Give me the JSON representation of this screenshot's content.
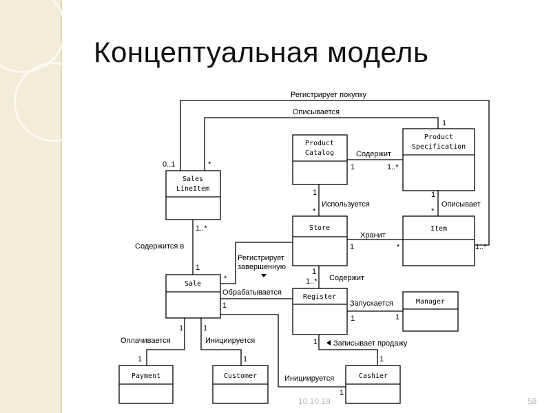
{
  "slide": {
    "title": "Концептуальная модель",
    "date": "10.10.19",
    "page_number": "58"
  },
  "classes": {
    "sales_line_item": [
      "Sales",
      "LineItem"
    ],
    "product_catalog": [
      "Product",
      "Catalog"
    ],
    "product_specification": [
      "Product",
      "Specification"
    ],
    "store": [
      "Store"
    ],
    "item": [
      "Item"
    ],
    "sale": [
      "Sale"
    ],
    "register": [
      "Register"
    ],
    "manager": [
      "Manager"
    ],
    "payment": [
      "Payment"
    ],
    "customer": [
      "Customer"
    ],
    "cashier": [
      "Cashier"
    ]
  },
  "associations": {
    "registers_purchase": "Регистрирует покупку",
    "describes_top": "Описывается",
    "contains_catalog": "Содержит",
    "used": "Используется",
    "describes_item": "Описывает",
    "stores": "Хранит",
    "contained_in": "Содержится в",
    "registers_completed": [
      "Регистрирует",
      "завершенную"
    ],
    "contains_register": "Содержит",
    "processed": "Обрабатывается",
    "launched": "Запускается",
    "paid": "Оплачивается",
    "initiated_customer": "Инициируется",
    "records_sale": "Записывает продажу",
    "initiated_cashier": "Инициируется"
  },
  "multiplicities": {
    "sli_left": "0..1",
    "sli_right": "*",
    "spec_top": "1",
    "cat_spec_1": "1",
    "cat_spec_many": "1..*",
    "cat_store_1": "1",
    "cat_store_many": "*",
    "spec_item_1": "1",
    "spec_item_many": "*",
    "store_item_1": "1",
    "store_item_many": "*",
    "item_right": "1..*",
    "sli_sale_many": "1..*",
    "sli_sale_1": "1",
    "store_sale_many": "*",
    "store_reg_1": "1",
    "store_reg_many": "1..*",
    "sale_reg_1": "1",
    "reg_mgr_1": "1",
    "reg_mgr_1b": "1",
    "sale_pay_1": "1",
    "sale_pay_1b": "1",
    "sale_cust_1": "1",
    "sale_cust_1b": "1",
    "reg_cash_1": "1",
    "reg_cash_1b": "1",
    "cash_sale_1": "1"
  }
}
